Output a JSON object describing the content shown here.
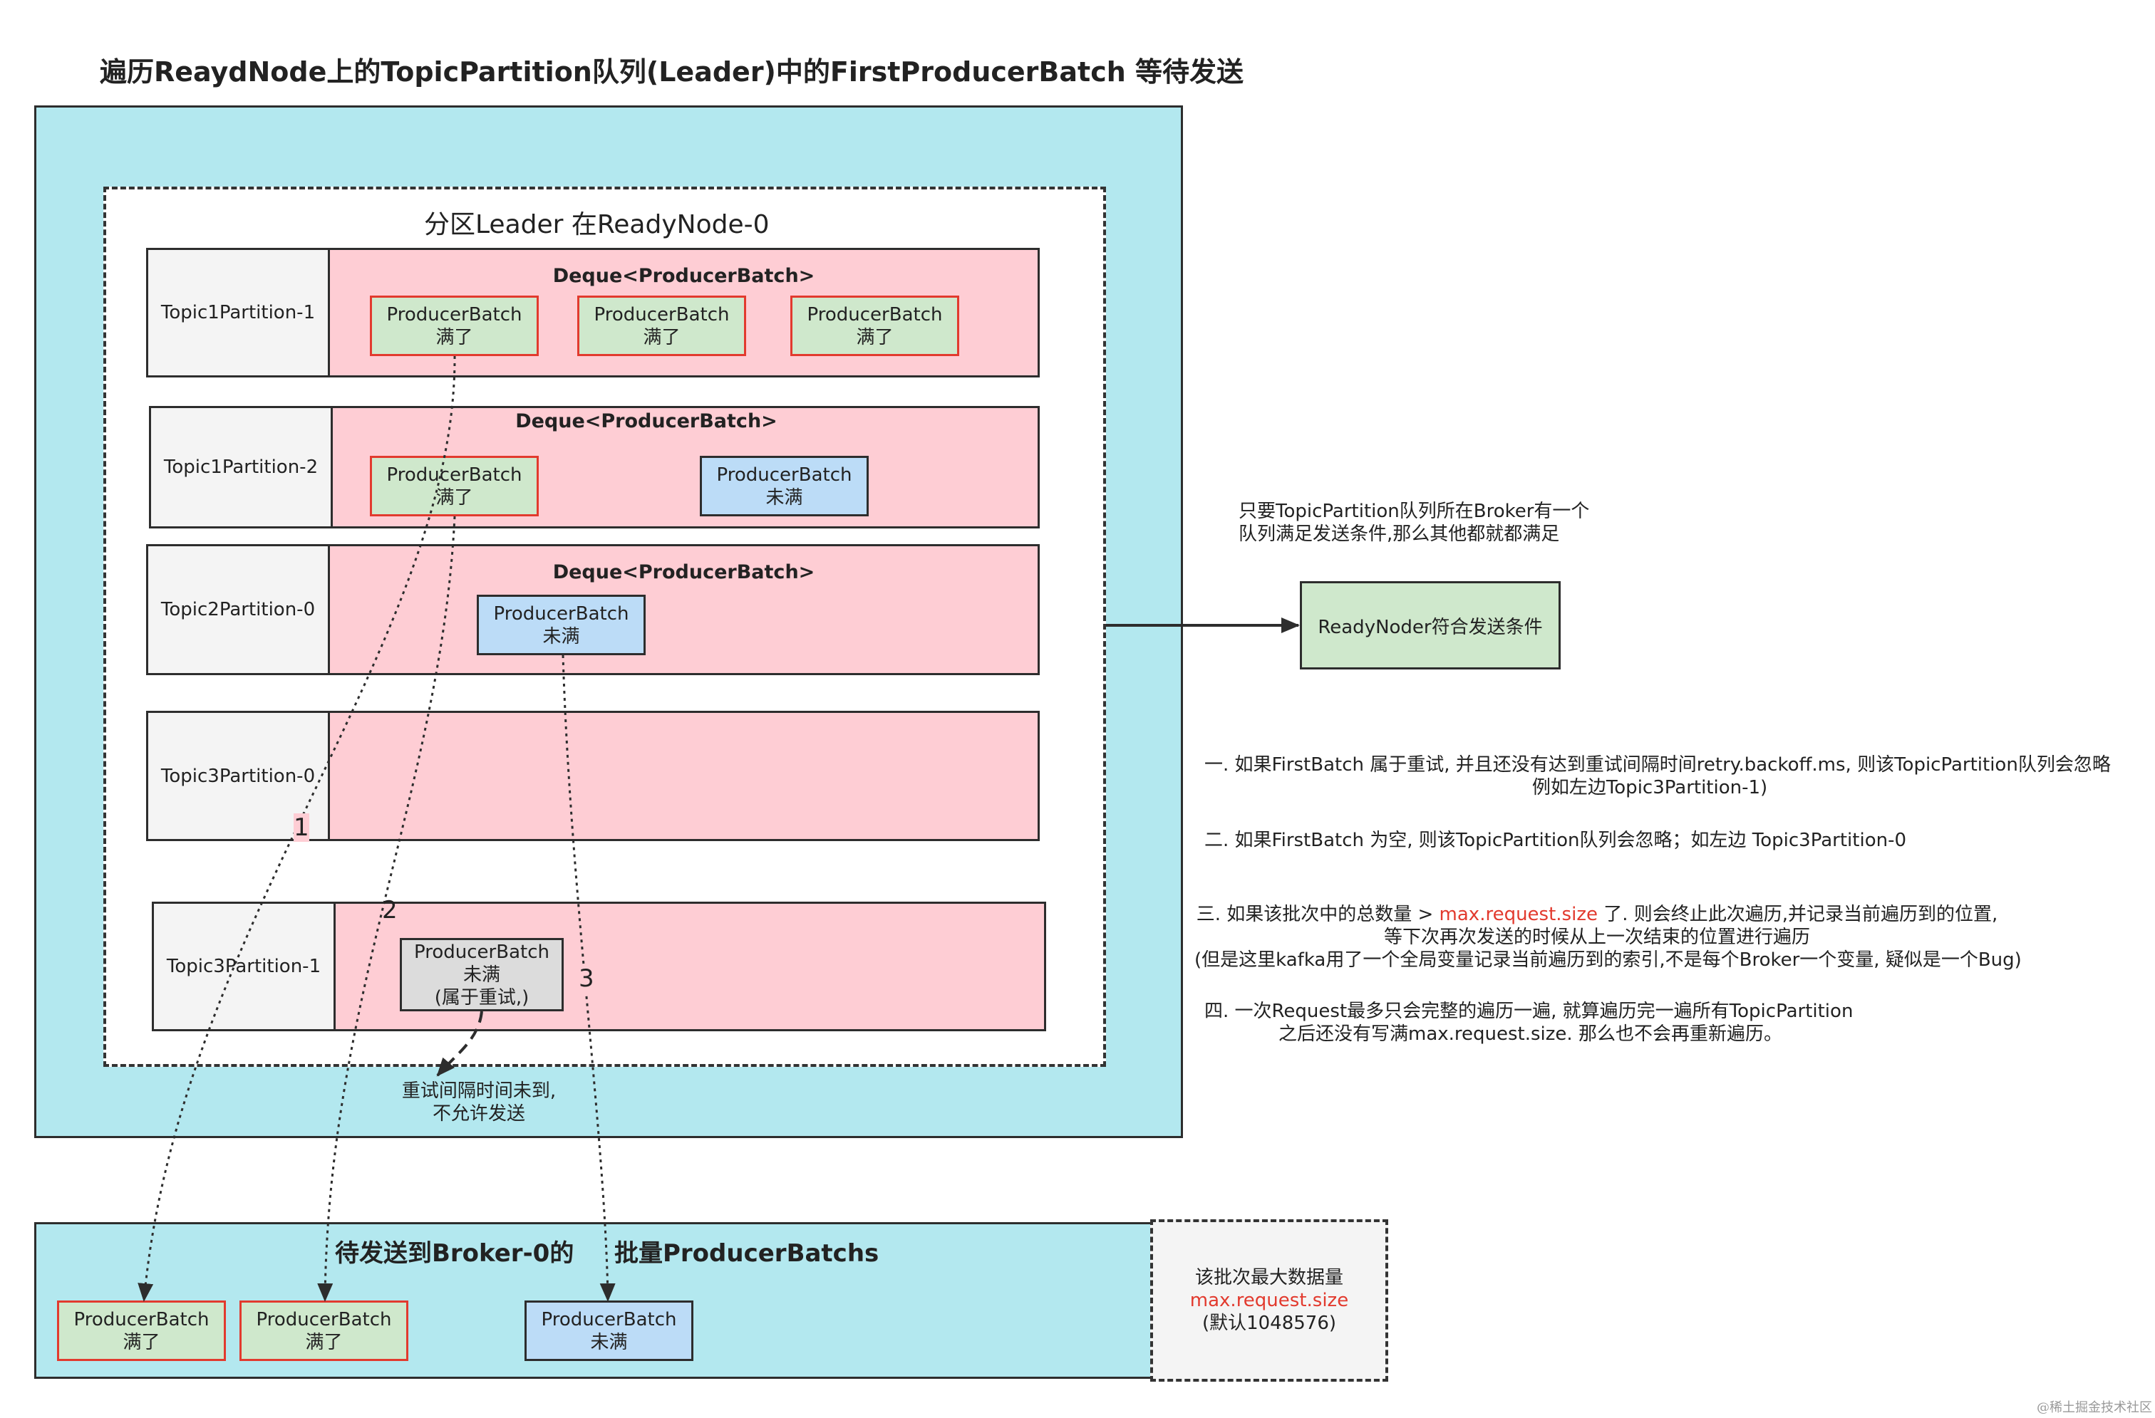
{
  "title": "遍历ReaydNode上的TopicPartition队列(Leader)中的FirstProducerBatch 等待发送",
  "leader": {
    "title": "分区Leader 在ReadyNode-0",
    "deque_label": "Deque<ProducerBatch>",
    "partitions": [
      {
        "name": "Topic1Partition-1",
        "deque": "Deque<ProducerBatch>",
        "batches": [
          {
            "name": "ProducerBatch",
            "state": "满了"
          },
          {
            "name": "ProducerBatch",
            "state": "满了"
          },
          {
            "name": "ProducerBatch",
            "state": "满了"
          }
        ]
      },
      {
        "name": "Topic1Partition-2",
        "deque": "Deque<ProducerBatch>",
        "batches": [
          {
            "name": "ProducerBatch",
            "state": "满了"
          },
          {
            "name": "ProducerBatch",
            "state": "未满"
          }
        ]
      },
      {
        "name": "Topic2Partition-0",
        "deque": "Deque<ProducerBatch>",
        "batches": [
          {
            "name": "ProducerBatch",
            "state": "未满"
          }
        ]
      },
      {
        "name": "Topic3Partition-0",
        "deque": "",
        "batches": []
      },
      {
        "name": "Topic3Partition-1",
        "deque": "",
        "batches": [
          {
            "name": "ProducerBatch",
            "state": "未满",
            "note": "(属于重试,)"
          }
        ]
      }
    ]
  },
  "retry_note": {
    "line1": "重试间隔时间未到,",
    "line2": "不允许发送"
  },
  "path_numbers": [
    "1",
    "2",
    "3"
  ],
  "broker_condition": {
    "line1": "只要TopicPartition队列所在Broker有一个",
    "line2": "队列满足发送条件,那么其他都就都满足"
  },
  "ready_node": "ReadyNoder符合发送条件",
  "rules": [
    {
      "line1": "一. 如果FirstBatch 属于重试, 并且还没有达到重试间隔时间retry.backoff.ms, 则该TopicPartition队列会忽略",
      "line2": "例如左边Topic3Partition-1)"
    },
    {
      "line1": "二. 如果FirstBatch 为空, 则该TopicPartition队列会忽略；如左边 Topic3Partition-0"
    },
    {
      "line1_pre": "三. 如果该批次中的总数量 > ",
      "line1_red": "max.request.size",
      "line1_post": " 了. 则会终止此次遍历,并记录当前遍历到的位置,",
      "line2": "等下次再次发送的时候从上一次结束的位置进行遍历",
      "line3": "(但是这里kafka用了一个全局变量记录当前遍历到的索引,不是每个Broker一个变量, 疑似是一个Bug)"
    },
    {
      "line1": "四. 一次Request最多只会完整的遍历一遍, 就算遍历完一遍所有TopicPartition",
      "line2": "之后还没有写满max.request.size. 那么也不会再重新遍历。"
    }
  ],
  "pending": {
    "title_a": "待发送到Broker-0的",
    "title_b": "批量ProducerBatchs",
    "batches": [
      {
        "name": "ProducerBatch",
        "state": "满了"
      },
      {
        "name": "ProducerBatch",
        "state": "满了"
      },
      {
        "name": "ProducerBatch",
        "state": "未满"
      }
    ]
  },
  "max_box": {
    "line1": "该批次最大数据量",
    "line2": "max.request.size",
    "line3": "(默认1048576)"
  },
  "watermark": "@稀土掘金技术社区",
  "colors": {
    "cyan": "#b3e8ef",
    "pink": "#fecdd4",
    "green": "#cfe8cc",
    "blue": "#bcdcf7",
    "red": "#e23a2e",
    "gray": "#f4f4f4"
  }
}
